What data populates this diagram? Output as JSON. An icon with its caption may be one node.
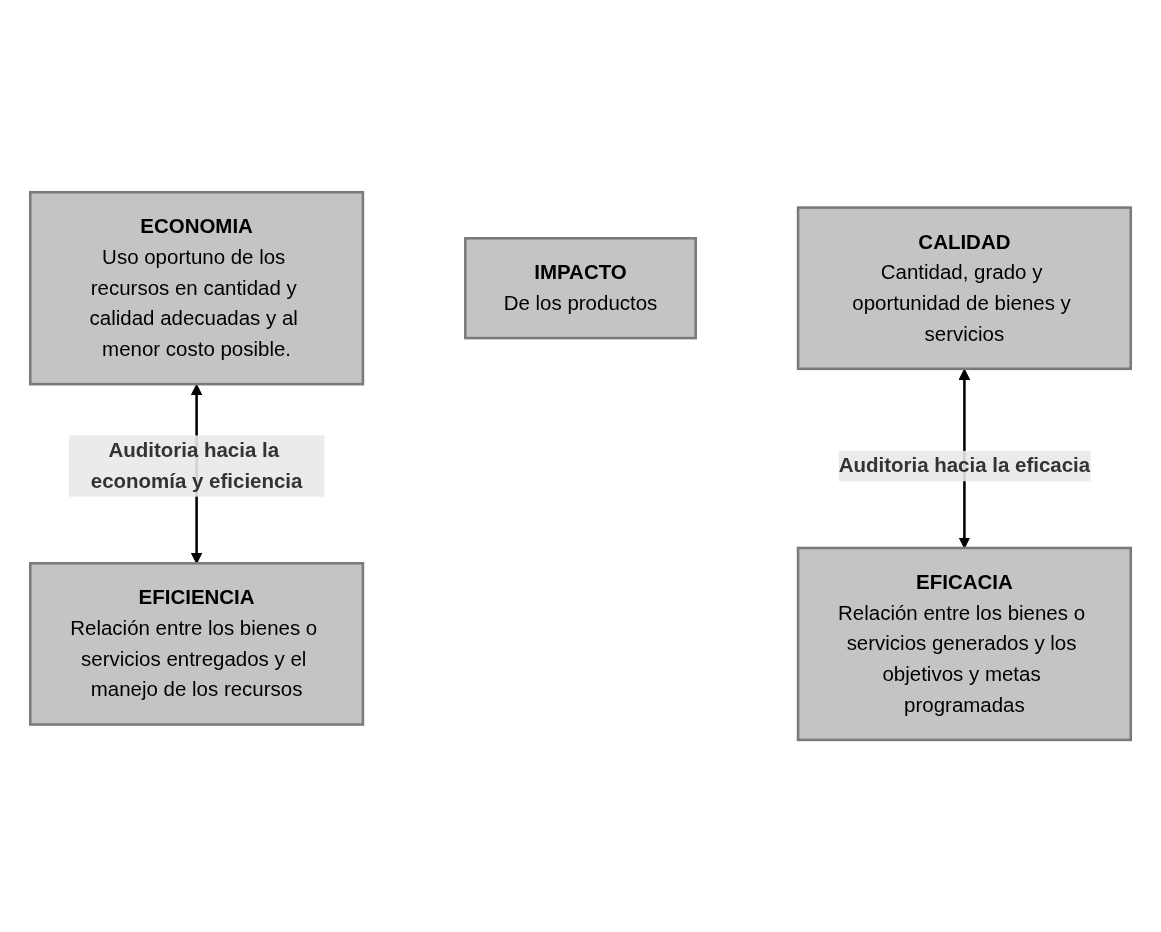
{
  "diagram": {
    "nodes": [
      {
        "text": [
          "ECONOMIA",
          "Uso oportuno de los recursos en cantidad y calidad adecuadas y al menor costo posible."
        ]
      },
      {
        "text": [
          "EFICIENCIA",
          "Relación entre los bienes o servicios entregados y el manejo de los recursos"
        ]
      },
      {
        "text": [
          "IMPACTO",
          "De los productos"
        ]
      },
      {
        "text": [
          "CALIDAD",
          "Cantidad, grado y oportunidad de bienes y servicios"
        ]
      },
      {
        "text": [
          "EFICACIA",
          "Relación entre los bienes o servicios generados y los objetivos y metas programadas"
        ]
      }
    ],
    "edges": [
      {
        "from": 0,
        "to": 1,
        "arrow": "both",
        "label": "Auditoria hacia la economía y eficiencia"
      },
      {
        "from": 3,
        "to": 4,
        "arrow": "both",
        "label": "Auditoria hacia la eficacia"
      }
    ]
  }
}
